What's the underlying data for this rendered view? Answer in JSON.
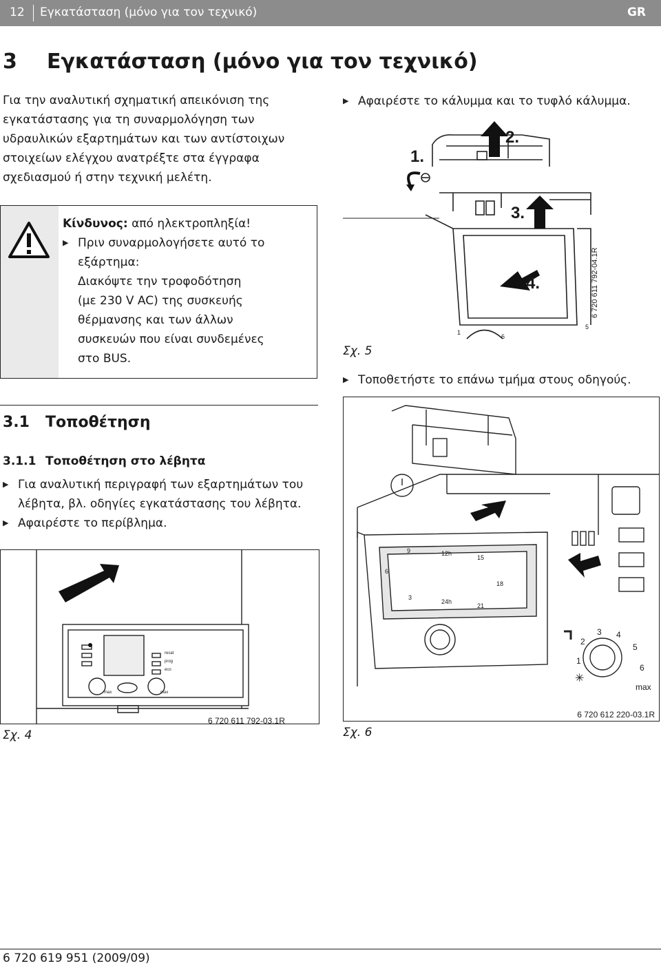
{
  "header": {
    "page_number": "12",
    "title": "Εγκατάσταση (μόνο για τον τεχνικό)",
    "lang": "GR"
  },
  "chapter": {
    "number": "3",
    "title": "Εγκατάσταση (μόνο για τον τεχνικό)"
  },
  "intro_lines": [
    "Για την αναλυτική σχηματική απεικόνιση της",
    "εγκατάστασης για τη συναρμολόγηση των",
    "υδραυλικών εξαρτημάτων και των αντίστοιχων",
    "στοιχείων ελέγχου ανατρέξτε στα έγγραφα",
    "σχεδιασμού ή στην τεχνική μελέτη."
  ],
  "warning": {
    "label": "Κίνδυνος:",
    "text": "από ηλεκτροπληξία!",
    "lines": [
      "Πριν συναρμολογήσετε αυτό το",
      "εξάρτημα:",
      "Διακόψτε την τροφοδότηση",
      "(με 230 V AC) της συσκευής",
      "θέρμανσης και των άλλων",
      "συσκευών που είναι συνδεμένες",
      "στο BUS."
    ]
  },
  "section": {
    "number": "3.1",
    "title": "Τοποθέτηση"
  },
  "subsection": {
    "number": "3.1.1",
    "title": "Τοποθέτηση στο λέβητα"
  },
  "steps_left": {
    "step1_line1": "Για αναλυτική περιγραφή των εξαρτημάτων του",
    "step1_line2": "λέβητα, βλ. οδηγίες εγκατάστασης του λέβητα.",
    "step2": "Αφαιρέστε το περίβλημα."
  },
  "steps_right": {
    "remove_cover": "Αφαιρέστε το κάλυμμα και το τυφλό κάλυμμα.",
    "mount_top": "Τοποθετήστε το επάνω τμήμα στους οδηγούς."
  },
  "figures": {
    "fig4": {
      "caption": "Σχ. 4",
      "code": "6 720 611 792-03.1R",
      "panel_labels": [
        "resat",
        "prog",
        "eco",
        "max",
        "max"
      ]
    },
    "fig5": {
      "caption": "Σχ. 5",
      "code": "6 720 611 792-04.1R",
      "steps": [
        "1.",
        "2.",
        "3.",
        "4."
      ],
      "dial_marks": [
        "1",
        "6",
        "5"
      ]
    },
    "fig6": {
      "caption": "Σχ. 6",
      "code": "6 720 612 220-03.1R",
      "clock_marks": [
        "9",
        "12h",
        "15",
        "6",
        "18",
        "3",
        "24h",
        "21"
      ],
      "dial_marks": [
        "1",
        "2",
        "3",
        "4",
        "5",
        "6",
        "max"
      ]
    }
  },
  "footer": {
    "doc_id": "6 720 619 951 (2009/09)"
  }
}
